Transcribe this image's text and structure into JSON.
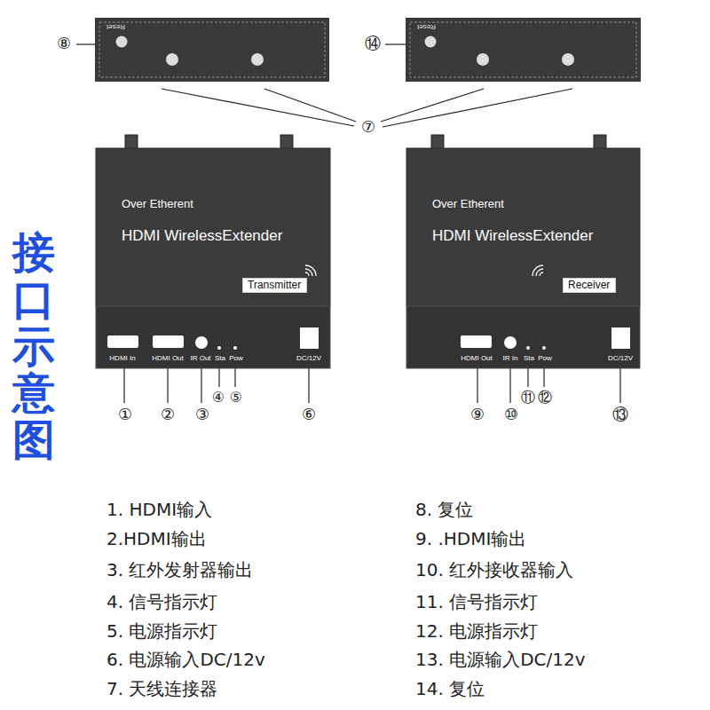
{
  "diagram": {
    "title": "接口示意图",
    "nodes": [
      {
        "text": [
          "Reset"
        ]
      },
      {
        "text": [
          "Reset"
        ]
      },
      {
        "text": [
          "Over Etherent",
          "HDMI WirelessExtender"
        ]
      },
      {
        "text": [
          "Transmitter"
        ],
        "in": 2
      },
      {
        "text": [
          "HDMI In",
          "HDMI Out",
          "IR Out",
          "Sta",
          "Pow",
          "DC/12V"
        ]
      },
      {
        "text": [
          "Over Etherent",
          "HDMI WirelessExtender"
        ]
      },
      {
        "text": [
          "Receiver"
        ],
        "in": 5
      },
      {
        "text": [
          "HDMI Out",
          "IR In",
          "Sta",
          "Pow",
          "DC/12V"
        ]
      }
    ],
    "edges": [],
    "labels": [
      "⑧",
      "⑭",
      "⑦",
      "①",
      "②",
      "③",
      "④",
      "⑤",
      "⑥",
      "⑨",
      "⑩",
      "⑪",
      "⑫",
      "⑬",
      "1. HDMI输入",
      "2.HDMI输出",
      "3. 红外发射器输出",
      "4. 信号指示灯",
      "5. 电源指示灯",
      "6. 电源输入DC/12v",
      "7. 天线连接器",
      "8. 复位",
      "9. .HDMI输出",
      "10. 红外接收器输入",
      "11. 信号指示灯",
      "12. 电源指示灯",
      "13. 电源输入DC/12v",
      "14. 复位"
    ]
  }
}
